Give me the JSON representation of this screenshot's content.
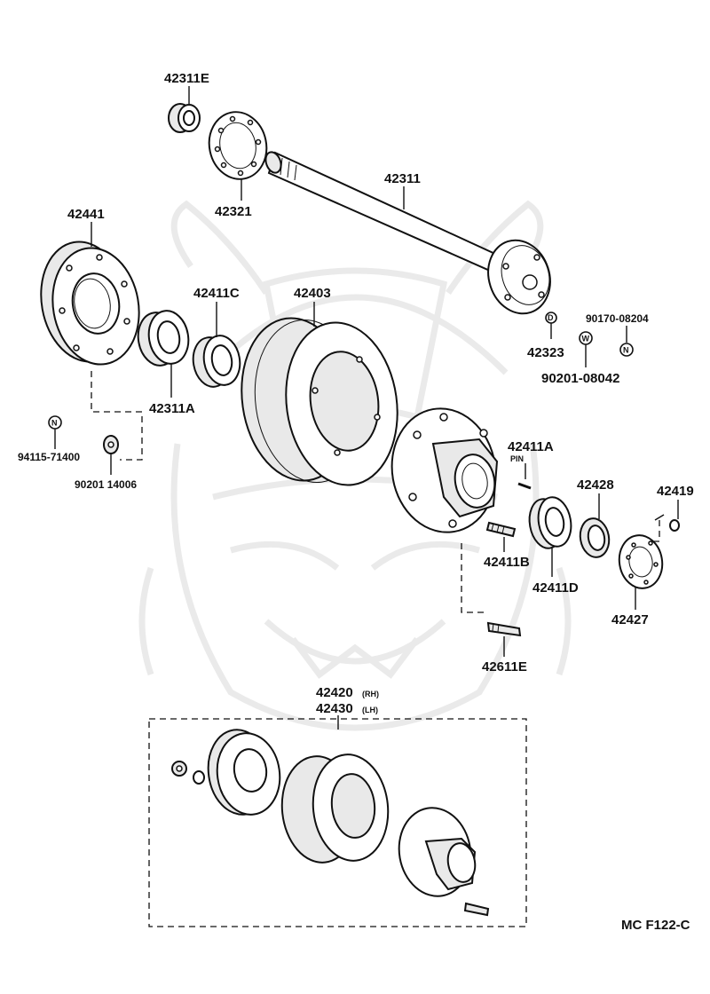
{
  "labels": {
    "p_42311E": "42311E",
    "p_42321": "42321",
    "p_42311": "42311",
    "p_42441": "42441",
    "p_42411C": "42411C",
    "p_42403": "42403",
    "p_42323": "42323",
    "p_90170_08204": "90170-08204",
    "p_90201_08042": "90201-08042",
    "p_42311A": "42311A",
    "p_94115_71400": "94115-71400",
    "p_90201_14006": "90201 14006",
    "p_42411A": "42411A",
    "pin_note": "PIN",
    "p_42428": "42428",
    "p_42419": "42419",
    "p_42411B": "42411B",
    "p_42411D": "42411D",
    "p_42427": "42427",
    "p_42611E": "42611E",
    "p_42420": "42420",
    "rh_note": "(RH)",
    "p_42430": "42430",
    "lh_note": "(LH)",
    "figure_code": "MC F122-C"
  },
  "badges": {
    "nut_n": "N",
    "washer_w": "W",
    "grease_d": "D"
  },
  "icons": [
    "samurai-mask-watermark"
  ]
}
